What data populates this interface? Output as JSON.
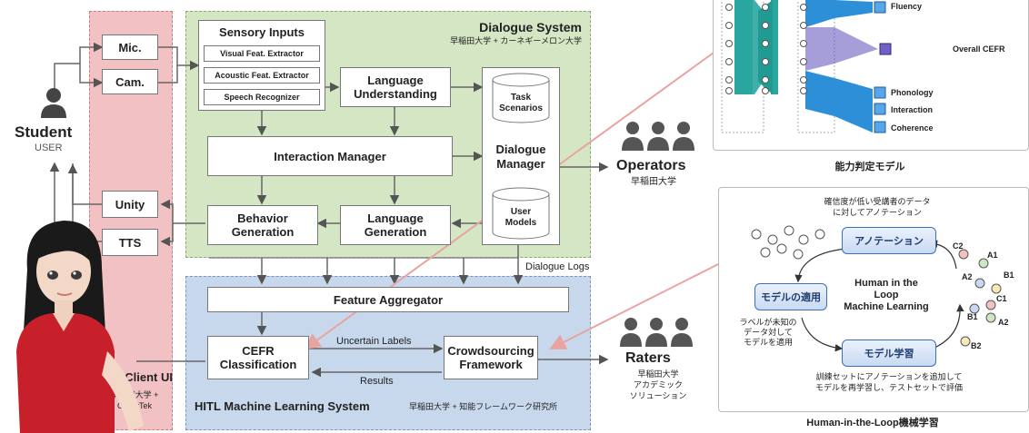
{
  "client_ui": {
    "title_visible": "Client UI",
    "affil1": "早稲田大学 +",
    "affil2": "CyberTek"
  },
  "student": {
    "name": "Student",
    "role": "USER"
  },
  "devices": {
    "mic": "Mic.",
    "cam": "Cam.",
    "unity": "Unity",
    "tts": "TTS"
  },
  "dialogue_system": {
    "title": "Dialogue System",
    "affil": "早稲田大学 + カーネギーメロン大学",
    "sensory_inputs": "Sensory Inputs",
    "visual": "Visual Feat. Extractor",
    "acoustic": "Acoustic Feat. Extractor",
    "speech": "Speech Recognizer",
    "lu_1": "Language",
    "lu_2": "Understanding",
    "interaction_manager": "Interaction Manager",
    "bg_1": "Behavior",
    "bg_2": "Generation",
    "lg_1": "Language",
    "lg_2": "Generation",
    "task_1": "Task",
    "task_2": "Scenarios",
    "dm_1": "Dialogue",
    "dm_2": "Manager",
    "user_1": "User",
    "user_2": "Models"
  },
  "dialogue_logs": "Dialogue Logs",
  "hitl_system": {
    "title": "HITL Machine Learning System",
    "affil": "早稲田大学 + 知能フレームワーク研究所",
    "feature_aggregator": "Feature Aggregator",
    "cefr_1": "CEFR",
    "cefr_2": "Classification",
    "crowd_1": "Crowdsourcing",
    "crowd_2": "Framework",
    "uncertain": "Uncertain Labels",
    "results": "Results"
  },
  "operators": {
    "name": "Operators",
    "affil": "早稲田大学"
  },
  "raters": {
    "name": "Raters",
    "affil1": "早稲田大学",
    "affil2": "アカデミック",
    "affil3": "ソリューション"
  },
  "ability_model": {
    "outputs": [
      "Fluency",
      "Phonology",
      "Interaction",
      "Coherence"
    ],
    "overall": "Overall CEFR",
    "caption": "能力判定モデル"
  },
  "hitl_cycle": {
    "top_note1": "確信度が低い受講者のデータ",
    "top_note2": "に対してアノテーション",
    "annotation": "アノテーション",
    "center1": "Human in the",
    "center2": "Loop",
    "center3": "Machine Learning",
    "apply": "モデルの適用",
    "train": "モデル学習",
    "left_note1": "ラベルが未知の",
    "left_note2": "データ対して",
    "left_note3": "モデルを適用",
    "bottom_note1": "訓練セットにアノテーションを追加して",
    "bottom_note2": "モデルを再学習し、テストセットで評価",
    "labels": [
      "C2",
      "A1",
      "A2",
      "B1",
      "C1",
      "B1",
      "A2",
      "B2"
    ],
    "caption": "Human-in-the-Loop機械学習"
  },
  "colors": {
    "green_panel": "#d4e6c3",
    "blue_panel": "#c8d8ec",
    "red_panel": "#f1c1c3",
    "nn_teal": "#2aa6a0",
    "nn_blue": "#2d8fd8",
    "arrow_pink": "#e9a3a0"
  }
}
